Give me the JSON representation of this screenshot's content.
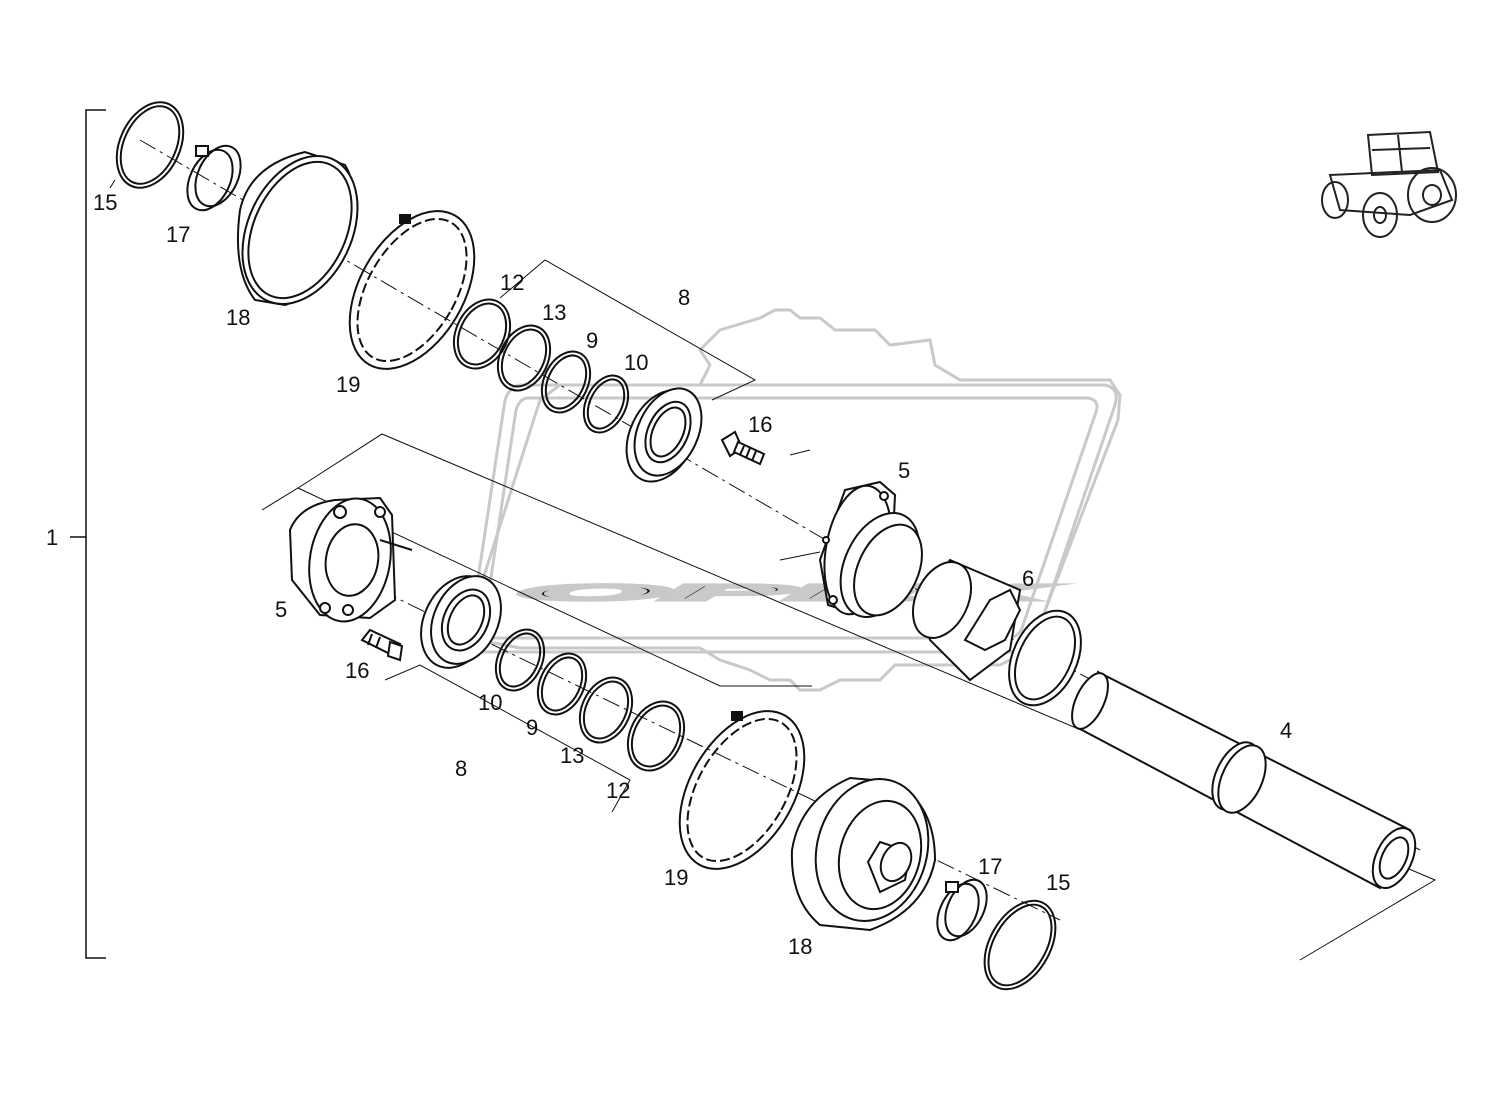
{
  "watermark": {
    "text": "OPEX",
    "color": "#c9c9c9"
  },
  "icons": {
    "tractor": "tractor-icon"
  },
  "colors": {
    "ink": "#111111",
    "background": "#ffffff"
  },
  "labels": {
    "assembly": "1",
    "p4": "4",
    "p5_top": "5",
    "p5_left": "5",
    "p6": "6",
    "p8_top": "8",
    "p8_bottom": "8",
    "p9_top": "9",
    "p9_bottom": "9",
    "p10_top": "10",
    "p10_bottom": "10",
    "p12_top": "12",
    "p12_bottom": "12",
    "p13_top": "13",
    "p13_bottom": "13",
    "p15_top": "15",
    "p15_bottom": "15",
    "p16_top": "16",
    "p16_bottom": "16",
    "p17_top": "17",
    "p17_bottom": "17",
    "p18_top": "18",
    "p18_bottom": "18",
    "p19_top": "19",
    "p19_bottom": "19"
  }
}
